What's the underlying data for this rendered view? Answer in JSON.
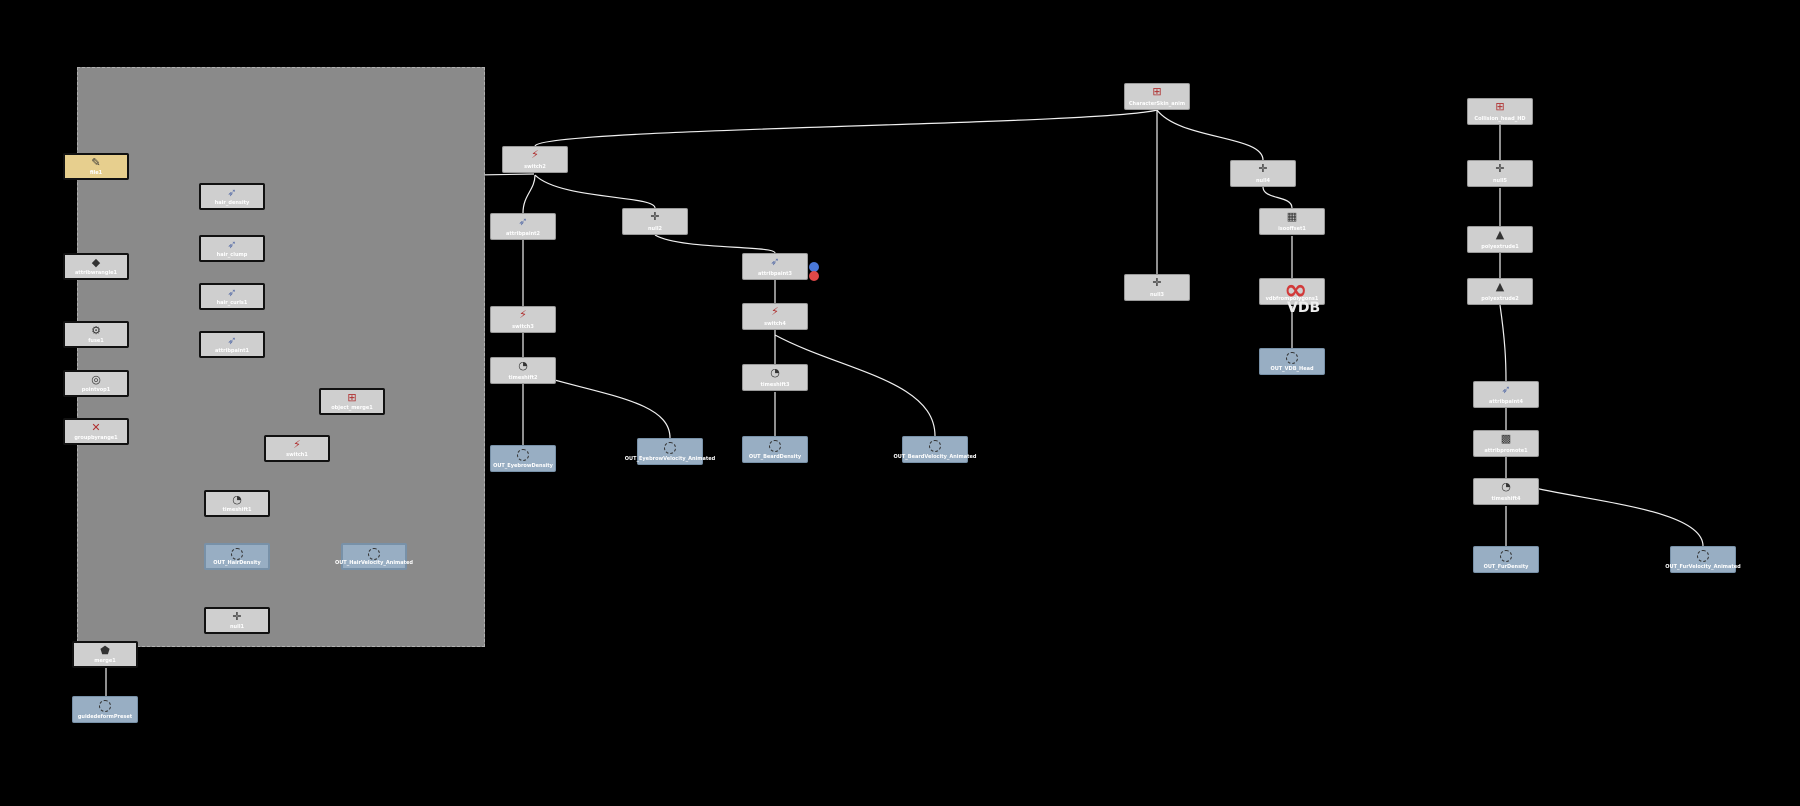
{
  "nodes": {
    "file1": {
      "label": "file1"
    },
    "attribwrangle1": {
      "label": "attribwrangle1"
    },
    "fuse1": {
      "label": "fuse1"
    },
    "pointvop1": {
      "label": "pointvop1"
    },
    "groupbyrange1": {
      "label": "groupbyrange1"
    },
    "hair_density": {
      "label": "hair_density"
    },
    "hair_clump": {
      "label": "hair_clump"
    },
    "hair_curls1": {
      "label": "hair_curls1"
    },
    "attribpaint1": {
      "label": "attribpaint1"
    },
    "objectmerge1": {
      "label": "object_merge1"
    },
    "switch1": {
      "label": "switch1"
    },
    "timeshift1": {
      "label": "timeshift1"
    },
    "out_hairdensity": {
      "label": "OUT_HairDensity"
    },
    "out_hairvelocity": {
      "label": "OUT_HairVelocity_Animated"
    },
    "null_in_box": {
      "label": "null1"
    },
    "merge_main": {
      "label": "merge1"
    },
    "out_guidepreset": {
      "label": "guidedeformPreset"
    },
    "switch2": {
      "label": "switch2"
    },
    "attribpaint2": {
      "label": "attribpaint2"
    },
    "switch3": {
      "label": "switch3"
    },
    "timeshift2": {
      "label": "timeshift2"
    },
    "out_eyebrowdensity": {
      "label": "OUT_EyebrowDensity"
    },
    "out_eyebrowvelocity": {
      "label": "OUT_EyebrowVelocity_Animated"
    },
    "null2": {
      "label": "null2"
    },
    "attribpaint3": {
      "label": "attribpaint3"
    },
    "switch4": {
      "label": "switch4"
    },
    "timeshift3": {
      "label": "timeshift3"
    },
    "out_beardensity": {
      "label": "OUT_BeardDensity"
    },
    "out_beardvelocity": {
      "label": "OUT_BeardVelocity_Animated"
    },
    "charactercache": {
      "label": "CharacterSkin_anim"
    },
    "null4": {
      "label": "null4"
    },
    "null3": {
      "label": "null3"
    },
    "isooffset1": {
      "label": "isooffset1"
    },
    "vdbfrompolygons": {
      "label": "vdbfrompolygons1"
    },
    "out_vdb_head": {
      "label": "OUT_VDB_Head"
    },
    "collisionmerge": {
      "label": "Collision_head_HD"
    },
    "null5": {
      "label": "null5"
    },
    "polyextrude": {
      "label": "polyextrude1"
    },
    "polyextrude2": {
      "label": "polyextrude2"
    },
    "attribpaint4": {
      "label": "attribpaint4"
    },
    "attribpromote": {
      "label": "attribpromote1"
    },
    "timeshift4": {
      "label": "timeshift4"
    },
    "out_furdensity": {
      "label": "OUT_FurDensity"
    },
    "out_furvelocity": {
      "label": "OUT_FurVelocity_Animated"
    }
  },
  "badges": {
    "vdb_text": "VDB",
    "vdb_glyph": "∞"
  },
  "colors": {
    "background": "#000000",
    "network_box": "#8a8a8a",
    "node": "#cfcfcf",
    "node_output": "#98aec3",
    "node_file": "#e7cf8e",
    "wire": "#f0f0f0",
    "flag_blue": "#4a78d8",
    "flag_red": "#e04848"
  }
}
